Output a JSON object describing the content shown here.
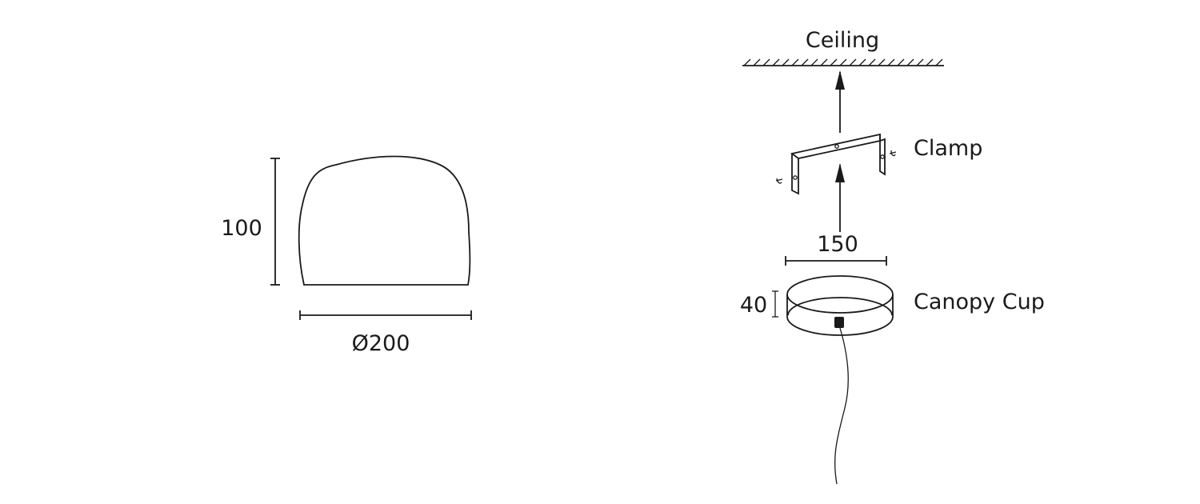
{
  "shade": {
    "height_label": "100",
    "diameter_label": "Ø200"
  },
  "assembly": {
    "ceiling_label": "Ceiling",
    "clamp_label": "Clamp",
    "clamp_width_label": "150",
    "canopy_label": "Canopy Cup",
    "canopy_height_label": "40"
  },
  "colors": {
    "line": "#1a1a1a",
    "background": "#ffffff"
  }
}
